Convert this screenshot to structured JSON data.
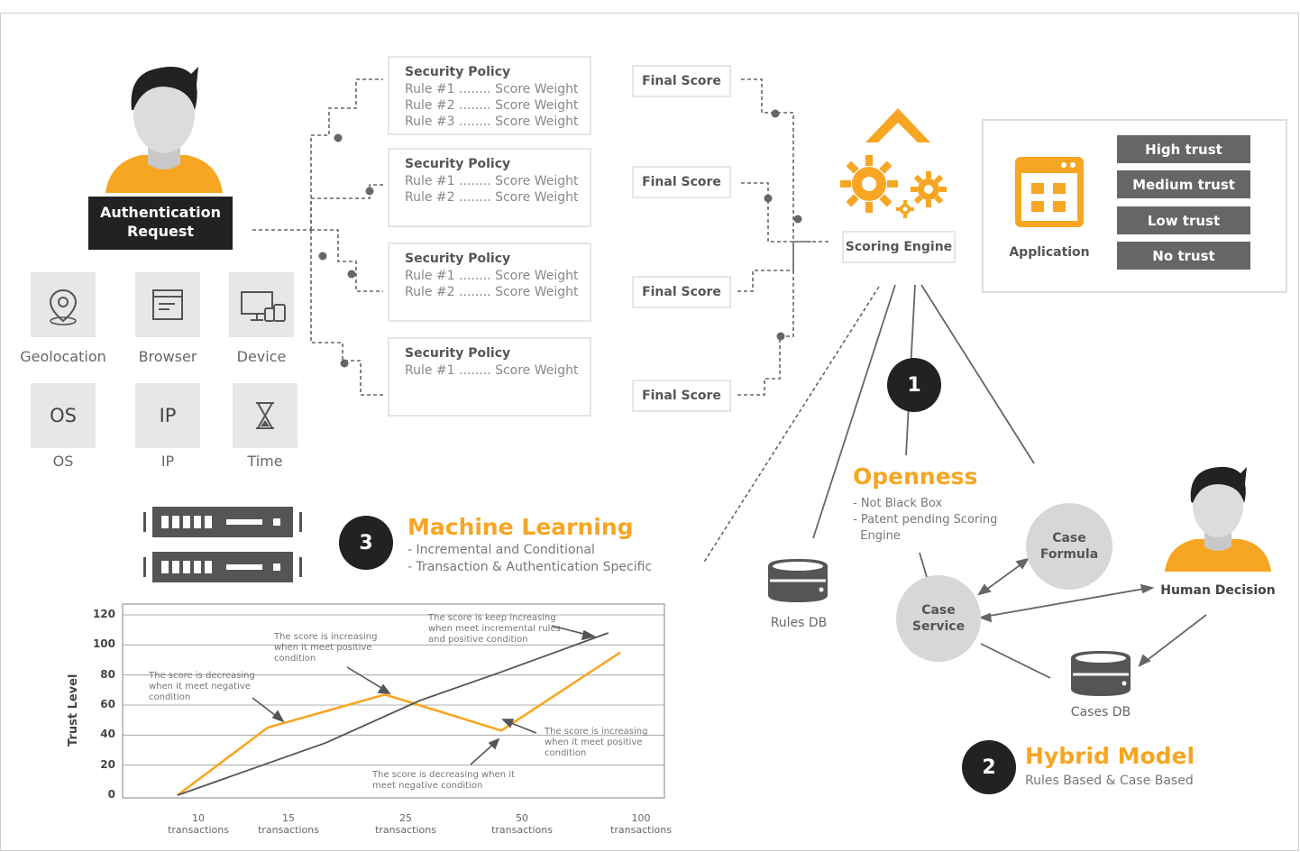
{
  "auth": {
    "line1": "Authentication",
    "line2": "Request"
  },
  "factors": [
    {
      "label": "Geolocation",
      "icon": "geolocation-icon"
    },
    {
      "label": "Browser",
      "icon": "browser-icon"
    },
    {
      "label": "Device",
      "icon": "device-icon"
    },
    {
      "label": "OS",
      "icon": "os-icon",
      "glyph": "OS"
    },
    {
      "label": "IP",
      "icon": "ip-icon",
      "glyph": "IP"
    },
    {
      "label": "Time",
      "icon": "hourglass-icon"
    }
  ],
  "policies": [
    {
      "title": "Security Policy",
      "rules": [
        "Rule #1 ........ Score Weight",
        "Rule #2 ........ Score Weight",
        "Rule #3 ........ Score Weight"
      ]
    },
    {
      "title": "Security Policy",
      "rules": [
        "Rule #1 ........ Score Weight",
        "Rule #2 ........ Score Weight"
      ]
    },
    {
      "title": "Security Policy",
      "rules": [
        "Rule #1 ........ Score Weight",
        "Rule #2 ........ Score Weight"
      ]
    },
    {
      "title": "Security Policy",
      "rules": [
        "Rule #1 ........ Score Weight"
      ]
    }
  ],
  "final_scores": [
    "Final Score",
    "Final Score",
    "Final Score",
    "Final Score"
  ],
  "scoring_engine": "Scoring Engine",
  "application": {
    "label": "Application",
    "trust_levels": [
      "High trust",
      "Medium trust",
      "Low trust",
      "No trust"
    ]
  },
  "openness": {
    "number": "1",
    "title": "Openness",
    "points": [
      "- Not Black Box",
      "- Patent pending Scoring",
      "  Engine"
    ]
  },
  "hybrid": {
    "number": "2",
    "title": "Hybrid Model",
    "subtitle": "Rules Based & Case Based"
  },
  "ml": {
    "number": "3",
    "title": "Machine Learning",
    "points": [
      "- Incremental and Conditional",
      "- Transaction & Authentication Specific"
    ]
  },
  "nodes": {
    "rules_db": "Rules DB",
    "case_formula": [
      "Case",
      "Formula"
    ],
    "case_service": [
      "Case",
      "Service"
    ],
    "human_decision": "Human Decision",
    "cases_db": "Cases DB"
  },
  "colors": {
    "accent": "#f6a623",
    "dark": "#222222",
    "gray": "#666666"
  },
  "chart_data": {
    "type": "line",
    "ylabel": "Trust Level",
    "yticks": [
      0,
      20,
      40,
      60,
      80,
      100,
      120
    ],
    "ylim": [
      0,
      120
    ],
    "x": [
      "10 transactions",
      "15 transactions",
      "25 transactions",
      "50 transactions",
      "100 transactions"
    ],
    "xlabels": [
      [
        "10",
        "transactions"
      ],
      [
        "15",
        "transactions"
      ],
      [
        "25",
        "transactions"
      ],
      [
        "50",
        "transactions"
      ],
      [
        "100",
        "transactions"
      ]
    ],
    "series": [
      {
        "color": "#f6a623",
        "points": [
          [
            0,
            0
          ],
          [
            1,
            45
          ],
          [
            2,
            67
          ],
          [
            3,
            43
          ],
          [
            4,
            95
          ]
        ]
      },
      {
        "color": "#555555",
        "points": [
          [
            0,
            0
          ],
          [
            1.5,
            35
          ],
          [
            2.3,
            63
          ],
          [
            3,
            82
          ],
          [
            3.9,
            108
          ]
        ]
      }
    ],
    "annotations": [
      [
        "The score is decreasing",
        "when it meet negative",
        "condition"
      ],
      [
        "The score is increasing",
        "when it meet positive",
        "condition"
      ],
      [
        "The score is keep increasing",
        "when meet incremental rules",
        "and positive condition"
      ],
      [
        "The score is decreasing when it",
        "meet negative condition"
      ],
      [
        "The score is increasing",
        "when it meet positive",
        "condition"
      ]
    ]
  }
}
